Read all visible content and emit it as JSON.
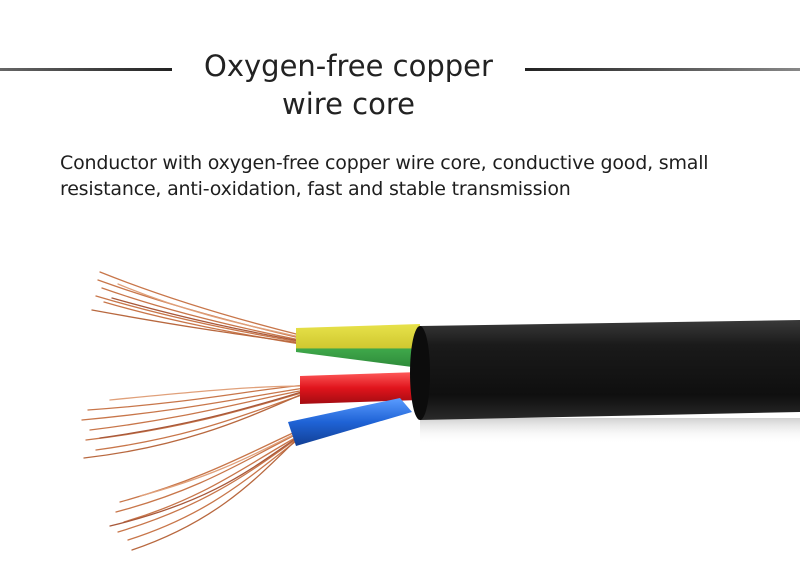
{
  "heading": {
    "line1": "Oxygen-free copper",
    "line2": "wire core"
  },
  "description": "Conductor with oxygen-free copper wire core, conductive good, small resistance, anti-oxidation, fast and stable transmission",
  "colors": {
    "jacket": "#161616",
    "copper": "#c8764a",
    "insulation_yellow_green": "#d6d23a",
    "insulation_red": "#e0141c",
    "insulation_blue": "#1f63d6"
  }
}
